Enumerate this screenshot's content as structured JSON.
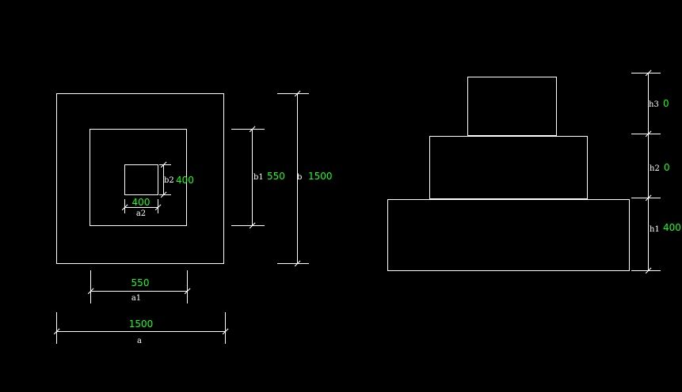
{
  "plan": {
    "dims": {
      "a": {
        "label": "a",
        "value": "1500"
      },
      "a1": {
        "label": "a1",
        "value": "550"
      },
      "a2": {
        "label": "a2",
        "value": "400"
      },
      "b": {
        "label": "b",
        "value": "1500"
      },
      "b1": {
        "label": "b1",
        "value": "550"
      },
      "b2": {
        "label": "b2",
        "value": "400"
      }
    }
  },
  "elevation": {
    "dims": {
      "h1": {
        "label": "h1",
        "value": "400"
      },
      "h2": {
        "label": "h2",
        "value": "0"
      },
      "h3": {
        "label": "h3",
        "value": "0"
      }
    }
  },
  "colors": {
    "background": "#000000",
    "line": "#ffffff",
    "value_text": "#19ff19"
  }
}
